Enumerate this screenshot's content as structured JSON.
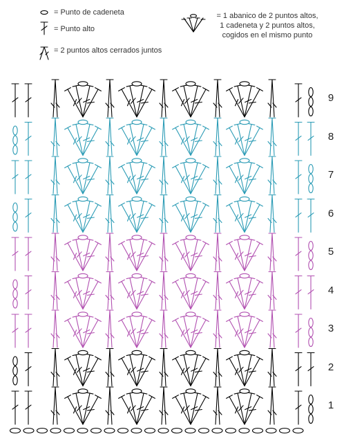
{
  "legend": {
    "chain": "= Punto de cadeneta",
    "double_crochet": "= Punto alto",
    "dc2tog": "= 2 puntos altos cerrados juntos",
    "shell_line1": "= 1 abanico de 2 puntos altos,",
    "shell_line2": "1 cadeneta y 2 puntos altos,",
    "shell_line3": "cogidos en el mismo punto"
  },
  "rows": [
    {
      "number": "1",
      "color": "#000000"
    },
    {
      "number": "2",
      "color": "#000000"
    },
    {
      "number": "3",
      "color": "#b14fb0"
    },
    {
      "number": "4",
      "color": "#b14fb0"
    },
    {
      "number": "5",
      "color": "#b14fb0"
    },
    {
      "number": "6",
      "color": "#2a9bb5"
    },
    {
      "number": "7",
      "color": "#2a9bb5"
    },
    {
      "number": "8",
      "color": "#2a9bb5"
    },
    {
      "number": "9",
      "color": "#000000"
    }
  ],
  "colors": {
    "black": "#000000",
    "purple": "#b14fb0",
    "teal": "#2a9bb5"
  },
  "pattern": {
    "foundation_chain_count": 22,
    "shells_per_row": 4
  }
}
